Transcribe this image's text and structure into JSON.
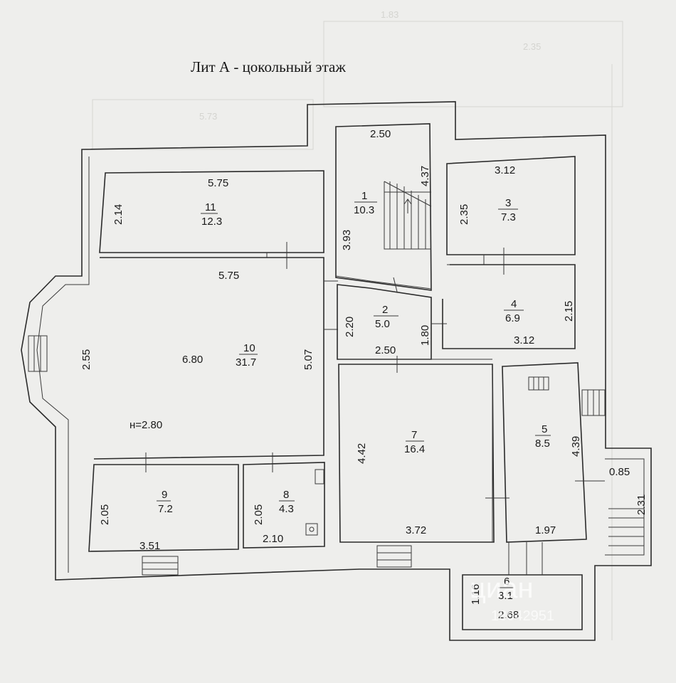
{
  "title": "Лит А - цокольный этаж",
  "watermark": {
    "brand": "циан",
    "code": "18942951"
  },
  "rooms": [
    {
      "id": "11",
      "num": "11",
      "area": "12.3"
    },
    {
      "id": "10",
      "num": "10",
      "area": "31.7"
    },
    {
      "id": "1",
      "num": "1",
      "area": "10.3"
    },
    {
      "id": "2",
      "num": "2",
      "area": "5.0"
    },
    {
      "id": "3",
      "num": "3",
      "area": "7.3"
    },
    {
      "id": "4",
      "num": "4",
      "area": "6.9"
    },
    {
      "id": "7",
      "num": "7",
      "area": "16.4"
    },
    {
      "id": "5",
      "num": "5",
      "area": "8.5"
    },
    {
      "id": "9",
      "num": "9",
      "area": "7.2"
    },
    {
      "id": "8",
      "num": "8",
      "area": "4.3"
    },
    {
      "id": "6",
      "num": "6",
      "area": "3.1"
    }
  ],
  "dims": {
    "r11_top": "5.75",
    "r11_left": "2.14",
    "r10_top": "5.75",
    "r10_left": "2.55",
    "r10_width": "6.80",
    "r10_right": "5.07",
    "height": "н=2.80",
    "r1_top": "2.50",
    "r1_right": "4.37",
    "r1_left": "3.93",
    "r2_left": "2.20",
    "r2_right": "1.80",
    "r2_bottom": "2.50",
    "r3_top": "3.12",
    "r3_left": "2.35",
    "r4_right": "2.15",
    "r4_bottom": "3.12",
    "r7_left": "4.42",
    "r7_bottom": "3.72",
    "r5_right": "4.39",
    "r5_bottom": "1.97",
    "porch_w": "0.85",
    "porch_h": "2.31",
    "r9_left": "2.05",
    "r9_bottom": "3.51",
    "r8_left": "2.05",
    "r8_bottom": "2.10",
    "r6_left": "1.16",
    "r6_bottom": "2.68"
  },
  "ghost_dims": [
    "5.73",
    "1.83",
    "2.35"
  ]
}
